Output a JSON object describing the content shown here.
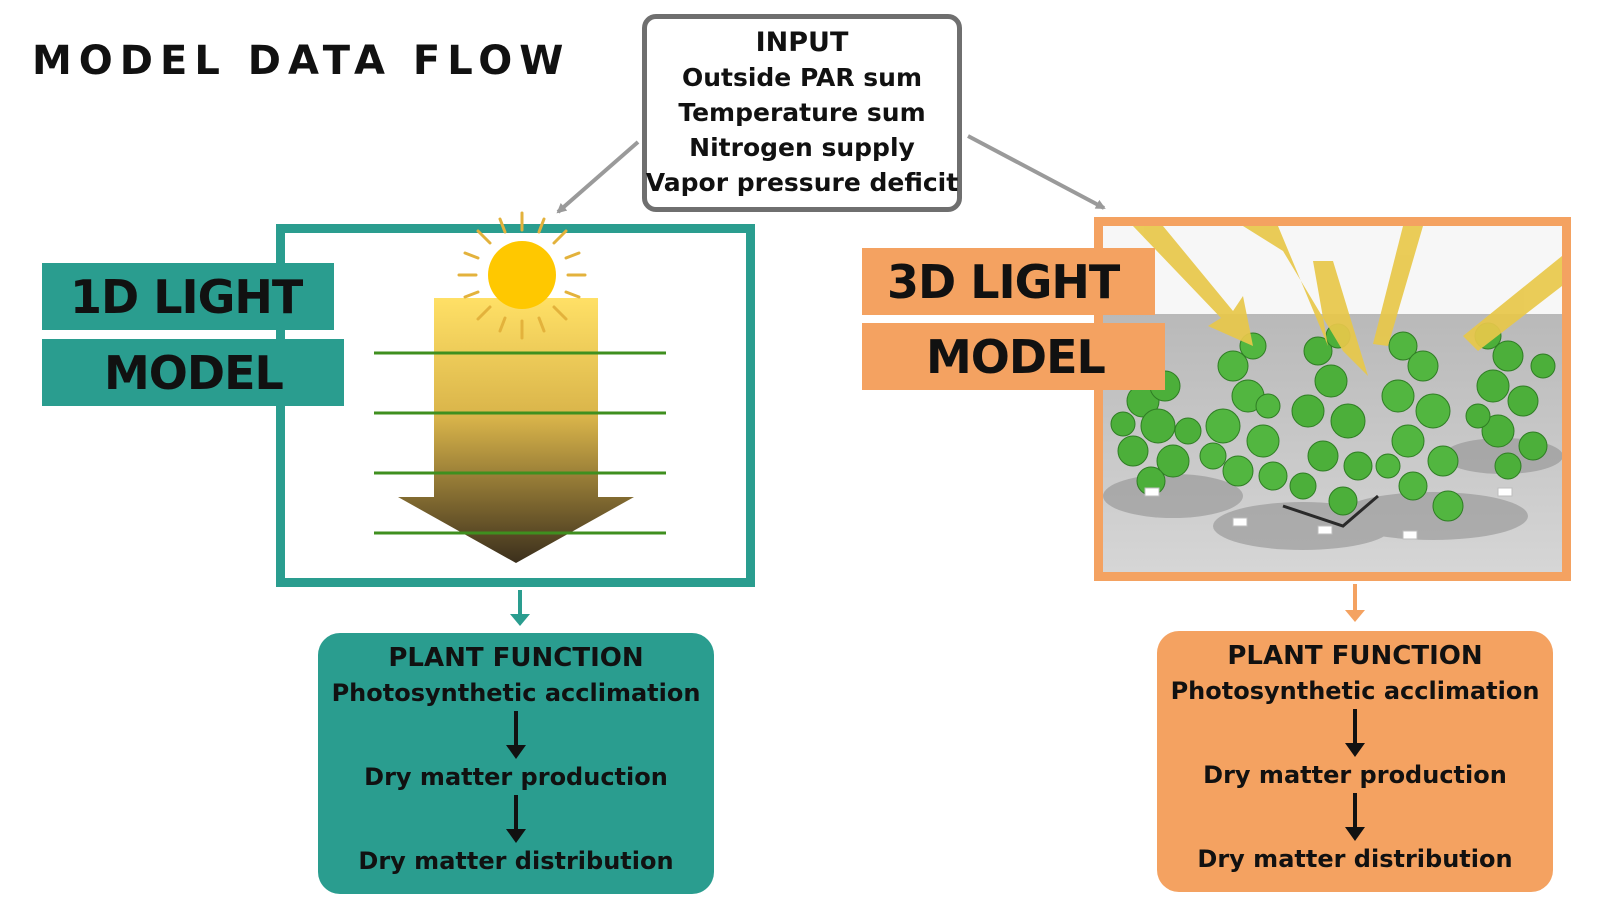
{
  "title": "MODEL DATA FLOW",
  "input": {
    "heading": "INPUT",
    "items": [
      "Outside PAR sum",
      "Temperature sum",
      "Nitrogen supply",
      "Vapor pressure deficit"
    ]
  },
  "models": {
    "left": {
      "line1": "1D LIGHT",
      "line2": "MODEL"
    },
    "right": {
      "line1": "3D LIGHT",
      "line2": "MODEL"
    }
  },
  "plant_function": {
    "left": {
      "title": "PLANT FUNCTION",
      "steps": [
        "Photosynthetic acclimation",
        "Dry matter production",
        "Dry matter distribution"
      ]
    },
    "right": {
      "title": "PLANT FUNCTION",
      "steps": [
        "Photosynthetic acclimation",
        "Dry matter production",
        "Dry matter distribution"
      ]
    }
  },
  "colors": {
    "teal": "#2a9d8f",
    "orange": "#f4a261",
    "gray_border": "#6f6f6f",
    "sun": "#ffc800",
    "canopy_line": "#3f8f1f",
    "light_beam": "#e8c84a",
    "plant_leaf": "#4caf3a"
  },
  "icons": {
    "sun": "sun-icon",
    "light_attenuation_arrow": "light-attenuation-arrow",
    "canopy_layers": "canopy-layer-lines",
    "plant_scene": "greenhouse-plants-scene"
  }
}
